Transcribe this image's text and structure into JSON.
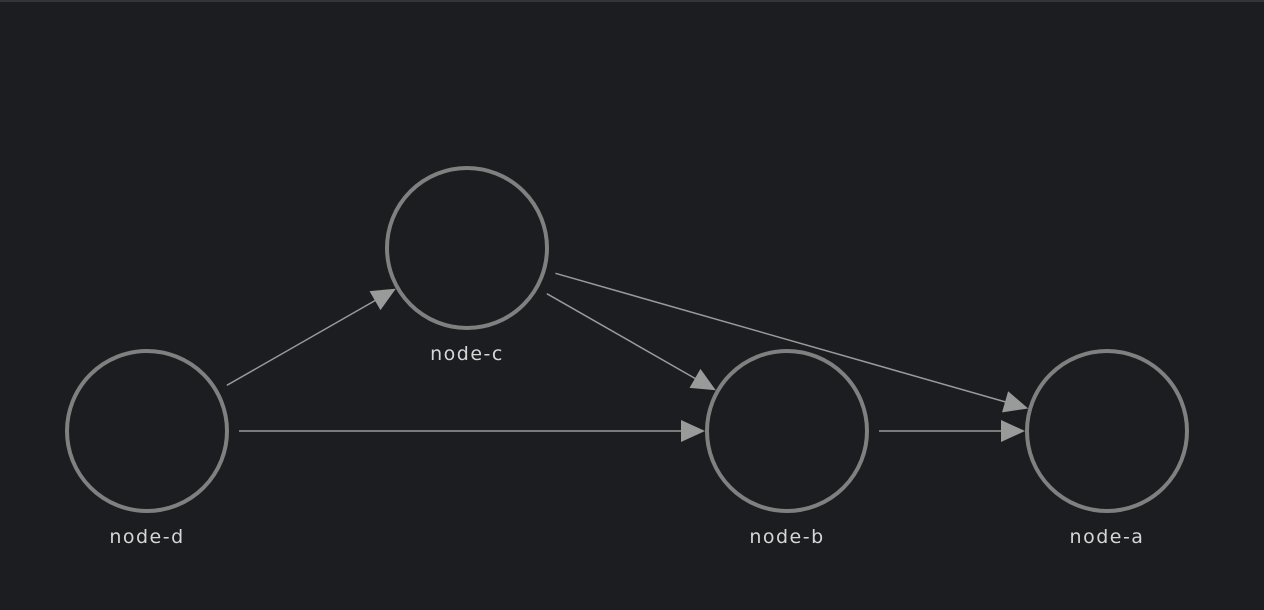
{
  "graph": {
    "nodes": [
      {
        "id": "node-d",
        "label": "node-d"
      },
      {
        "id": "node-c",
        "label": "node-c"
      },
      {
        "id": "node-b",
        "label": "node-b"
      },
      {
        "id": "node-a",
        "label": "node-a"
      }
    ],
    "edges": [
      {
        "from": "node-d",
        "to": "node-c"
      },
      {
        "from": "node-d",
        "to": "node-b"
      },
      {
        "from": "node-c",
        "to": "node-b"
      },
      {
        "from": "node-c",
        "to": "node-a"
      },
      {
        "from": "node-b",
        "to": "node-a"
      }
    ]
  },
  "colors": {
    "background": "#1c1d20",
    "node_stroke": "#808080",
    "edge": "#9a9a9a",
    "label": "#d6d6d6"
  }
}
